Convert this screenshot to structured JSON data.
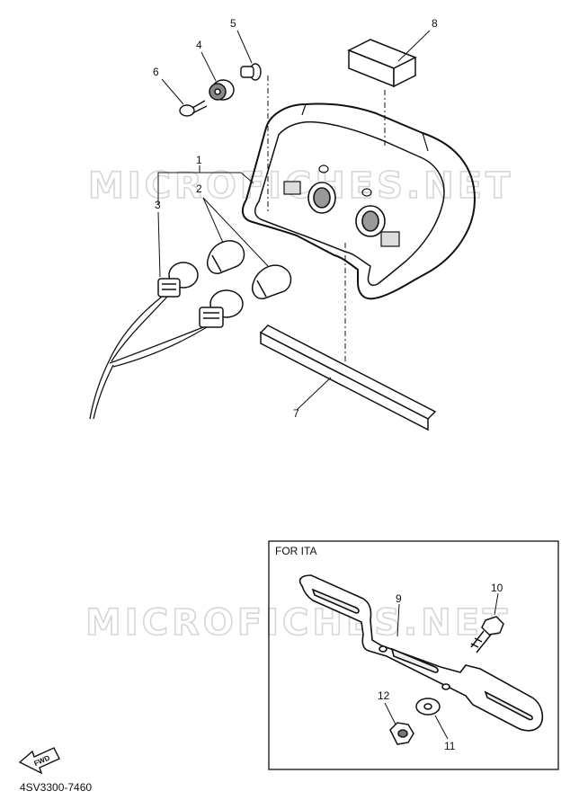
{
  "watermarks": [
    "MICROFICHES.NET",
    "MICROFICHES.NET"
  ],
  "callouts": {
    "c1": "1",
    "c2": "2",
    "c3": "3",
    "c4": "4",
    "c5": "5",
    "c6": "6",
    "c7": "7",
    "c8": "8",
    "c9": "9",
    "c10": "10",
    "c11": "11",
    "c12": "12"
  },
  "inset": {
    "title": "FOR ITA"
  },
  "fwd_label": "FWD",
  "drawing_code": "4SV3300-7460"
}
